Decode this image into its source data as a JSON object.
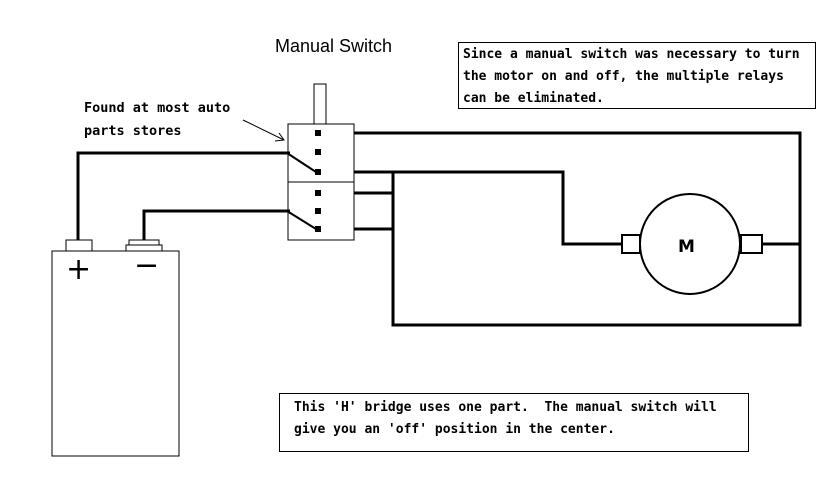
{
  "title": "Manual Switch",
  "switch_label": [
    "Found at most auto",
    "parts stores"
  ],
  "note_top": [
    "Since a manual switch was necessary to turn",
    "the motor on and off, the multiple relays",
    "can be eliminated."
  ],
  "note_bottom": [
    "This 'H' bridge uses one part.  The manual switch will",
    "give you an 'off' position in the center."
  ],
  "motor_label": "M",
  "battery": {
    "positive": "+",
    "negative": "−"
  },
  "colors": {
    "line": "#000000",
    "background": "#ffffff",
    "wire_fill": "#000000"
  }
}
